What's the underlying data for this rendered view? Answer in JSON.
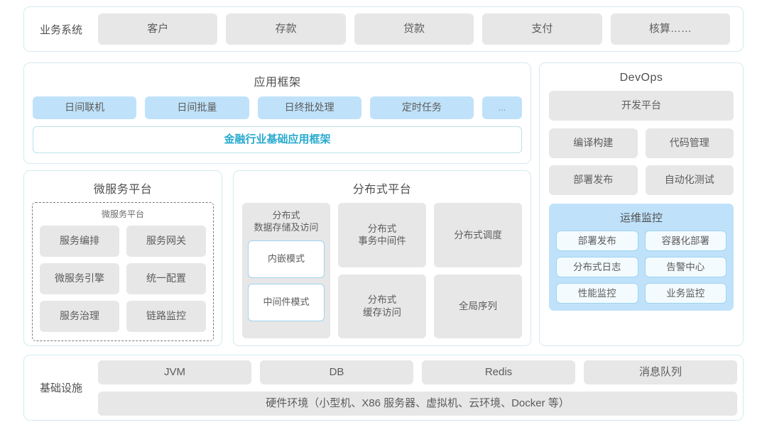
{
  "business": {
    "label": "业务系统",
    "items": [
      "客户",
      "存款",
      "贷款",
      "支付",
      "核算……"
    ]
  },
  "app_framework": {
    "title": "应用框架",
    "items": [
      "日间联机",
      "日间批量",
      "日终批处理",
      "定时任务"
    ],
    "more": "...",
    "base": "金融行业基础应用框架"
  },
  "micro_service": {
    "title": "微服务平台",
    "inner_title": "微服务平台",
    "items": [
      "服务编排",
      "服务网关",
      "微服务引擎",
      "统一配置",
      "服务治理",
      "链路监控"
    ]
  },
  "distributed": {
    "title": "分布式平台",
    "storage_title": "分布式\n数据存储及访问",
    "storage_modes": [
      "内嵌模式",
      "中间件模式"
    ],
    "items": [
      "分布式\n事务中间件",
      "分布式调度",
      "分布式\n缓存访问",
      "全局序列"
    ]
  },
  "devops": {
    "title": "DevOps",
    "platform": "开发平台",
    "items": [
      "编译构建",
      "代码管理",
      "部署发布",
      "自动化测试"
    ],
    "ops": {
      "title": "运维监控",
      "items": [
        "部署发布",
        "容器化部署",
        "分布式日志",
        "告警中心",
        "性能监控",
        "业务监控"
      ]
    }
  },
  "infrastructure": {
    "label": "基础设施",
    "items": [
      "JVM",
      "DB",
      "Redis",
      "消息队列"
    ],
    "hardware": "硬件环境（小型机、X86 服务器、虚拟机、云环境、Docker 等）"
  },
  "colors": {
    "card_border": "#d5eaef",
    "tile_gray": "#e7e7e7",
    "tile_blue": "#bfe2fa",
    "accent_teal": "#28aace",
    "text": "#5c5c5c",
    "blue_border": "#9fd3f0"
  }
}
